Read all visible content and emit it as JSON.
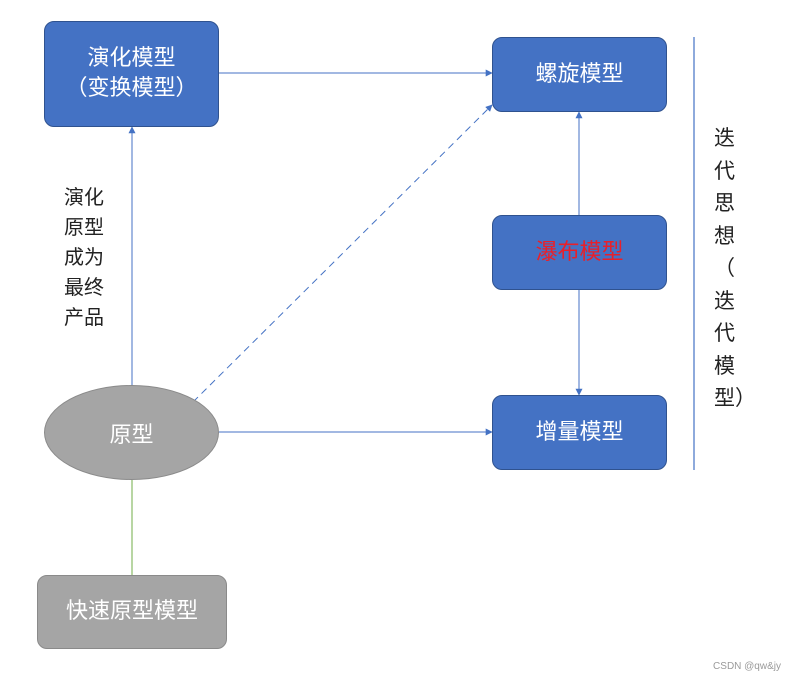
{
  "nodes": {
    "evolution": {
      "line1": "演化模型",
      "line2": "（变换模型）"
    },
    "spiral": {
      "label": "螺旋模型"
    },
    "waterfall": {
      "label": "瀑布模型"
    },
    "incremental": {
      "label": "增量模型"
    },
    "prototype": {
      "label": "原型"
    },
    "rapid_prototype": {
      "label": "快速原型模型"
    }
  },
  "edge_label": {
    "chars": [
      "演化",
      "原型",
      "成为",
      "最终",
      "产品"
    ]
  },
  "side_label": {
    "chars": [
      "迭",
      "代",
      "思",
      "想",
      "（",
      "迭",
      "代",
      "模",
      "型）"
    ]
  },
  "watermark": "CSDN @qw&jy",
  "colors": {
    "node_blue": "#4472c4",
    "node_gray": "#a5a5a5",
    "waterfall_text": "#e8202a",
    "edge_blue": "#4472c4",
    "edge_green": "#70ad47"
  }
}
